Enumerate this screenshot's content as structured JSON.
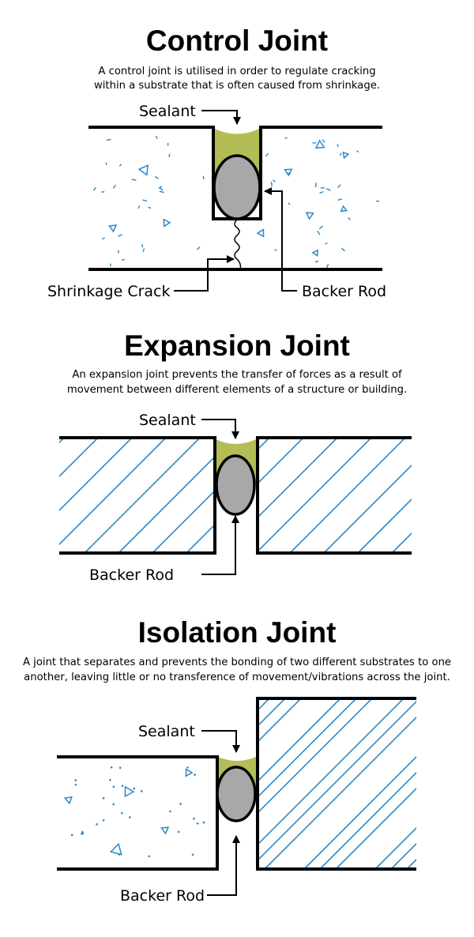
{
  "colors": {
    "sealant": "#b4bd55",
    "backer_rod": "#a8a8a8",
    "hatch": "#2b88c8",
    "outline": "#000000"
  },
  "control": {
    "title": "Control Joint",
    "desc_line1": "A control joint is utilised in order to regulate cracking",
    "desc_line2": "within a substrate that is often caused from shrinkage.",
    "sealant_label": "Sealant",
    "crack_label": "Shrinkage Crack",
    "rod_label": "Backer Rod"
  },
  "expansion": {
    "title": "Expansion Joint",
    "desc_line1": "An expansion joint prevents the transfer of forces as a result of",
    "desc_line2": "movement between different elements of a structure or building.",
    "sealant_label": "Sealant",
    "rod_label": "Backer Rod"
  },
  "isolation": {
    "title": "Isolation Joint",
    "desc_line1": "A joint that separates and prevents the bonding of two different substrates to one",
    "desc_line2": "another, leaving little or no transference of movement/vibrations across the joint.",
    "sealant_label": "Sealant",
    "rod_label": "Backer Rod"
  }
}
